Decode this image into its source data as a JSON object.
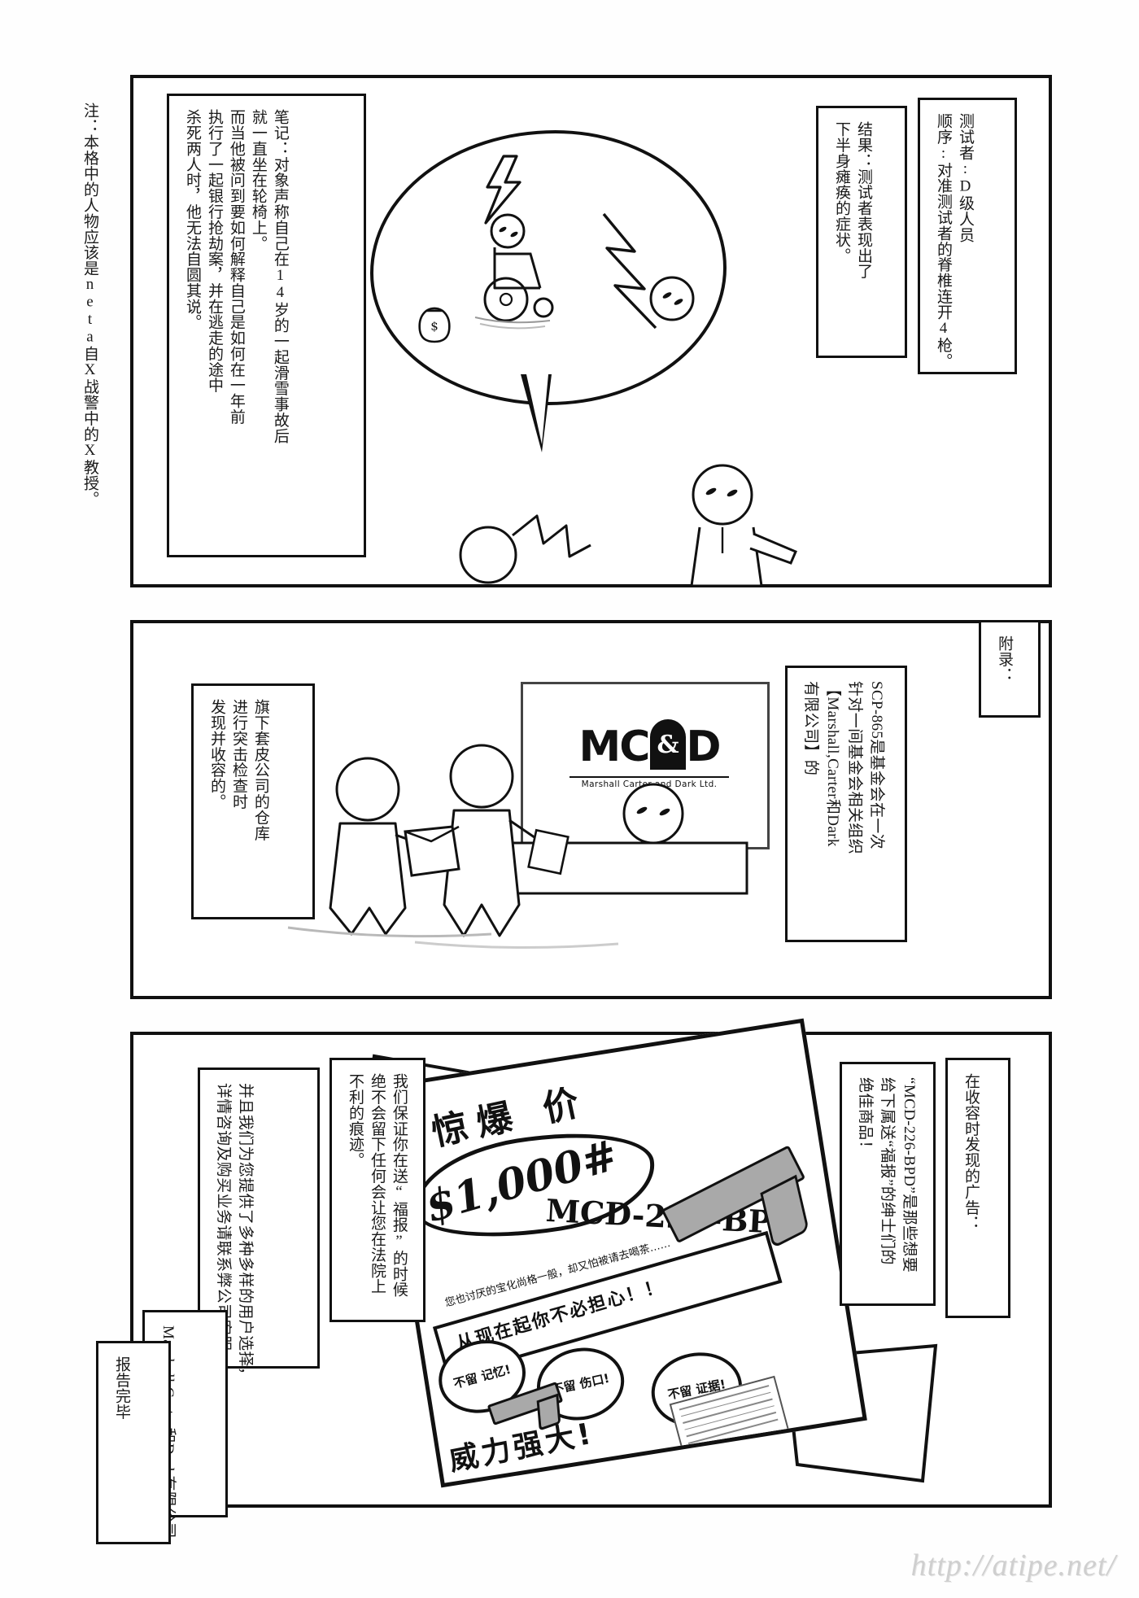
{
  "page": {
    "watermark": "http://atipe.net/"
  },
  "panel1": {
    "margin_note": "注：本格中的人物应该是neta自X战警中的X教授。",
    "caption_notes": "笔记：对象声称自己在14岁的一起滑雪事故后\n就一直坐在轮椅上。\n而当他被问到要如何解释自己是如何在一年前\n执行了一起银行抢劫案，并在逃走的途中\n杀死两人时，他无法自圆其说。",
    "caption_result": "结果：测试者表现出了\n下半身瘫痪的症状。",
    "caption_procedure": "测试者:D级人员\n顺序:对准测试者的脊椎连开4枪。"
  },
  "panel2": {
    "caption_appendix": "附录：",
    "caption_warehouse": "旗下套皮公司的仓库\n进行突击检查时\n发现并收容的。",
    "caption_scp": "SCP-865是基金会在一次\n针对一间基金会相关组织\n【Marshall,Carter和Dark\n有限公司】的",
    "sign": {
      "logo_left": "MC",
      "logo_amp": "&",
      "logo_right": "D",
      "subtitle": "Marshall Carter and Dark Ltd."
    }
  },
  "panel3": {
    "caption_found": "在收容时发现的广告：",
    "caption_gift": "“MCD-226-BPD”是那些想要\n给下属送“福报”的绅士们的\n绝佳商品！",
    "caption_guarantee": "我们保证你在送“福报”的时候\n绝不会留下任何会让您在法院上\n不利的痕迹。",
    "caption_contact": "并且我们为您提供了多种多样的用户选择，\n详情咨询及购买业务请联系弊公司客服。",
    "caption_company": "Marshall,Carter和Dark有限公司",
    "caption_end": "报告完毕",
    "poster": {
      "title": "惊爆 价",
      "price": "$1,000#",
      "model": "MCD-226-BPD",
      "small_print": "您也讨厌的宝化尚格一般，却又怕被请去喝茶……",
      "banner": "从现在起你不必担心！！",
      "bubble_1": "不留\n记忆!",
      "bubble_2": "不留\n伤口!",
      "bubble_3": "不留\n证据!",
      "power": "威力强大!",
      "brand": "MCD"
    }
  }
}
